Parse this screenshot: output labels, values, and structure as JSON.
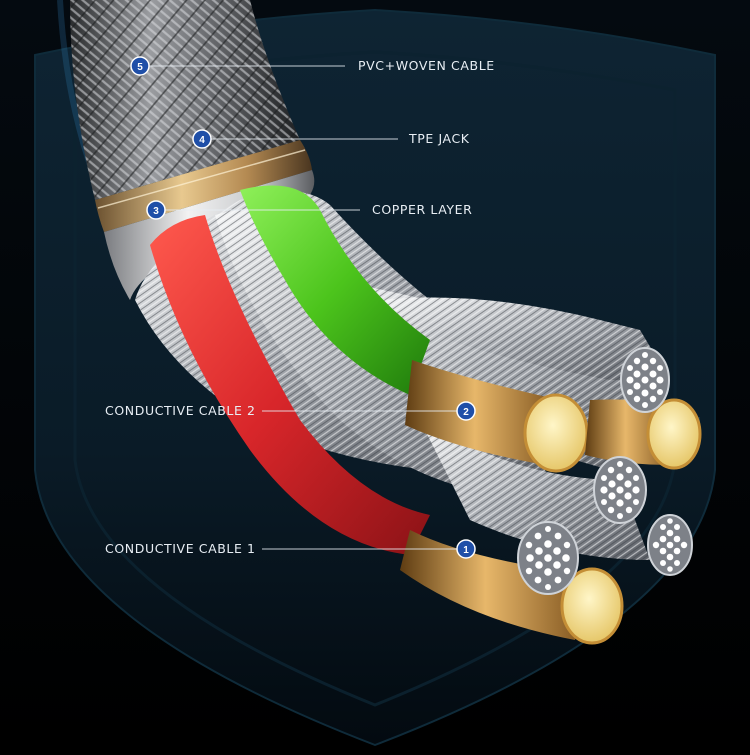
{
  "callouts": [
    {
      "number": "5",
      "label": "PVC+WOVEN CABLE"
    },
    {
      "number": "4",
      "label": "TPE JACK"
    },
    {
      "number": "3",
      "label": "COPPER LAYER"
    },
    {
      "number": "2",
      "label": "CONDUCTIVE CABLE 2"
    },
    {
      "number": "1",
      "label": "CONDUCTIVE CABLE 1"
    }
  ],
  "colors": {
    "background": "#000000",
    "shield": "#0a1a24",
    "braid": "#6d6f72",
    "tpe_ring": "#c9a26a",
    "jacket": "#d8d8d8",
    "red_wire": "#d8262a",
    "green_wire": "#4cc41c",
    "copper": "#d9a857",
    "strand": "#cfd3d8",
    "badge": "#1f4fa8",
    "leader_line": "#e8eef4"
  }
}
